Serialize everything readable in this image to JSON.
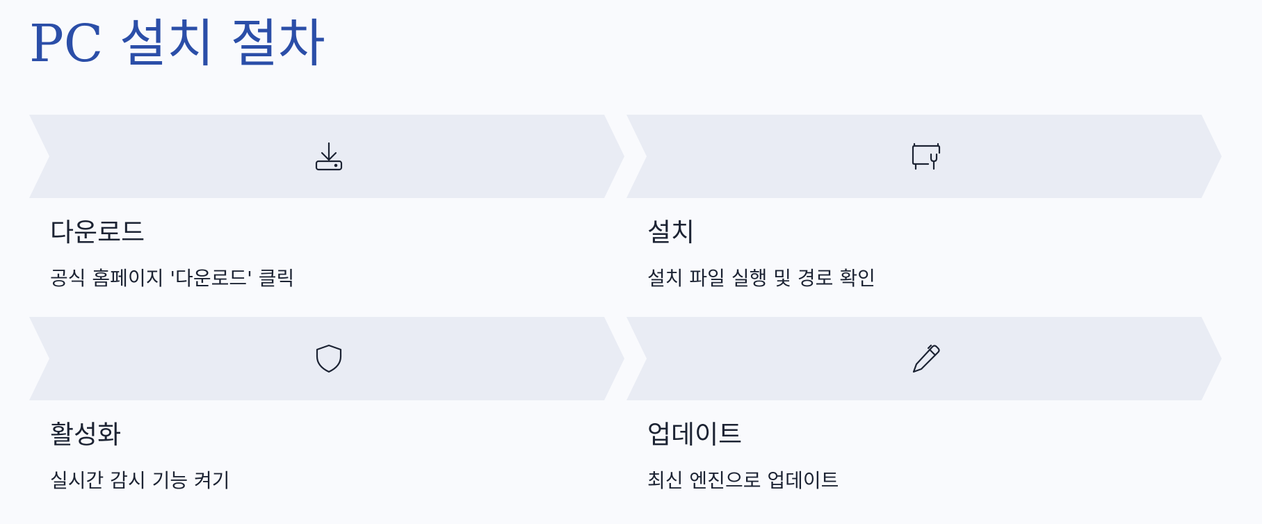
{
  "title": "PC 설치 절차",
  "steps": [
    {
      "icon": "download-icon",
      "title": "다운로드",
      "description": "공식 홈페이지 '다운로드' 클릭"
    },
    {
      "icon": "monitor-wrench-icon",
      "title": "설치",
      "description": "설치 파일 실행 및 경로 확인"
    },
    {
      "icon": "shield-icon",
      "title": "활성화",
      "description": "실시간 감시 기능 켜기"
    },
    {
      "icon": "pencil-icon",
      "title": "업데이트",
      "description": "최신 엔진으로 업데이트"
    }
  ],
  "colors": {
    "title": "#2b4ea8",
    "chevron": "#e9ecf4",
    "background": "#f9fafd",
    "text": "#1c2333"
  }
}
